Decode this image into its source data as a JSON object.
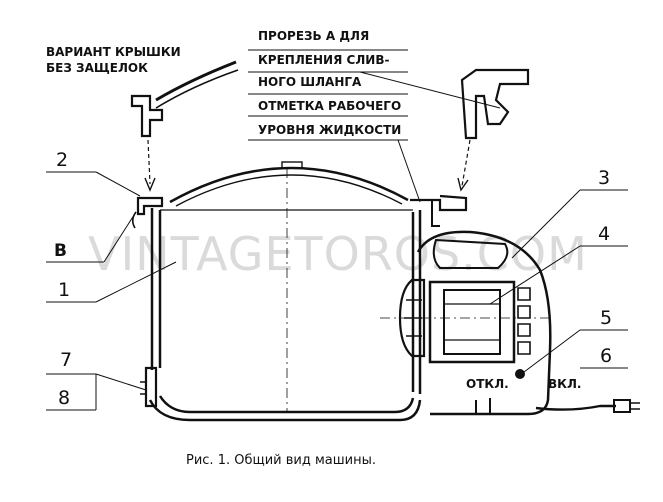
{
  "notes": {
    "lid_variant_line1": "ВАРИАНТ КРЫШКИ",
    "lid_variant_line2": "БЕЗ ЗАЩЕЛОК",
    "slot_line1": "ПРОРЕЗЬ А ДЛЯ",
    "slot_line2": "КРЕПЛЕНИЯ СЛИВ-",
    "slot_line3": "НОГО ШЛАНГА",
    "level_line1": "ОТМЕТКА РАБОЧЕГО",
    "level_line2": "УРОВНЯ ЖИДКОСТИ"
  },
  "callouts": {
    "n1": "1",
    "n2": "2",
    "nB": "В",
    "n3": "3",
    "n4": "4",
    "n5": "5",
    "n6": "6",
    "n7": "7",
    "n8": "8"
  },
  "switch": {
    "off": "ОТКЛ.",
    "on": "ВКЛ."
  },
  "watermark": "VINTAGETOROS.COM",
  "caption": "Рис. 1. Общий вид машины.",
  "colors": {
    "ink": "#111111",
    "paper": "#ffffff",
    "watermark": "#bdbdbd"
  }
}
